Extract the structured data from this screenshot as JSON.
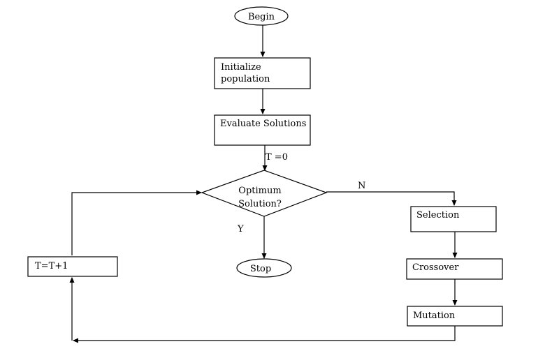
{
  "nodes": {
    "begin": "Begin",
    "init": [
      "Initialize",
      "population"
    ],
    "evaluate": "Evaluate Solutions",
    "decision": [
      "Optimum",
      "Solution?"
    ],
    "stop": "Stop",
    "increment": "T=T+1",
    "selection": "Selection",
    "crossover": "Crossover",
    "mutation": "Mutation"
  },
  "edge_labels": {
    "init_t": "T =0",
    "no": "N",
    "yes": "Y"
  },
  "colors": {
    "stroke": "#000000",
    "fill": "#ffffff",
    "text": "#000000"
  }
}
